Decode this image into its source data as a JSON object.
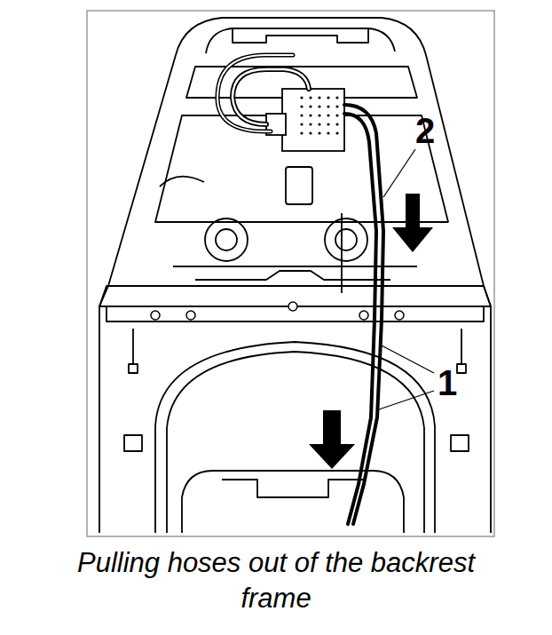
{
  "diagram": {
    "caption": "Pulling hoses out of the backrest frame",
    "labels": [
      "2",
      "1"
    ]
  }
}
